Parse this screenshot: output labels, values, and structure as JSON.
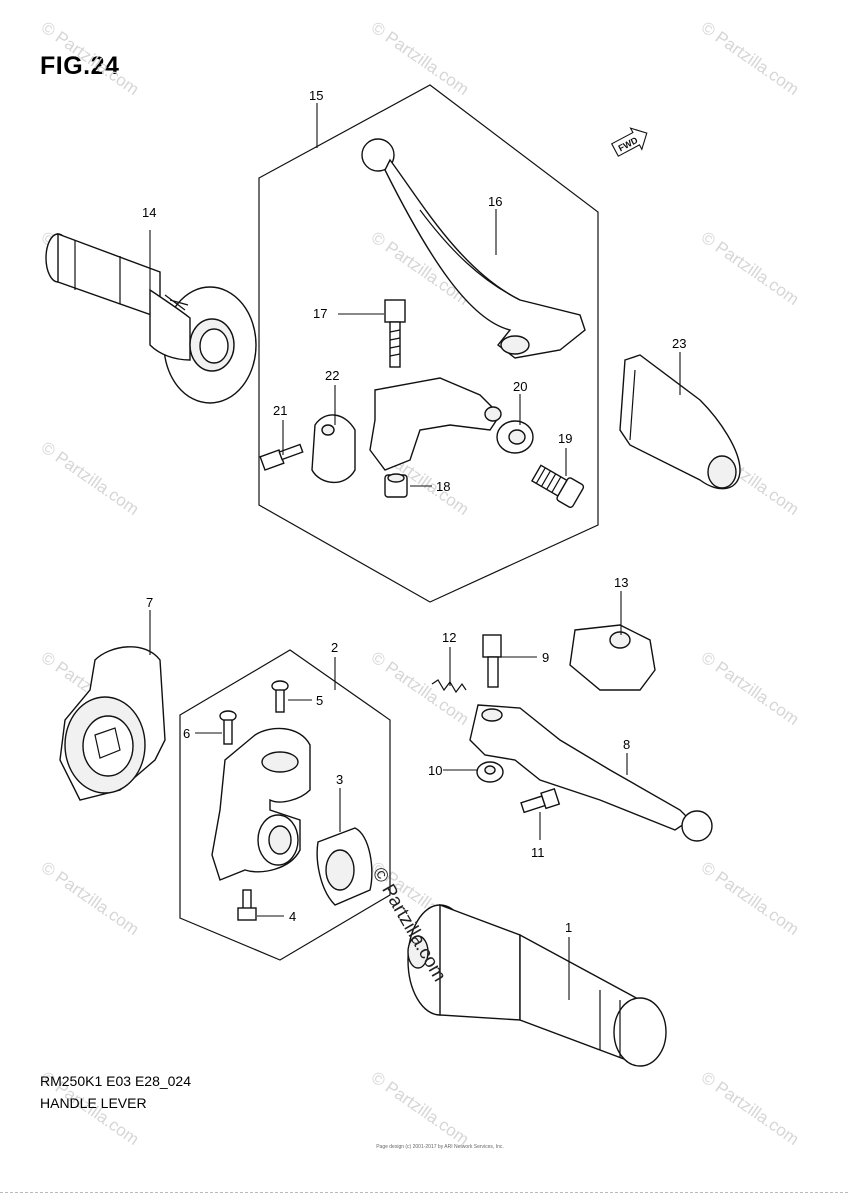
{
  "figure": {
    "title": "FIG.24",
    "model_code": "RM250K1 E03 E28_024",
    "name": "HANDLE LEVER",
    "fwd_label": "FWD",
    "copyright_tiny": "Page design (c) 2001-2017 by ARI Network Services, Inc."
  },
  "watermark": {
    "text": "© Partzilla.com",
    "center_text": "© Partzilla.com"
  },
  "callouts": [
    {
      "id": "1",
      "label": "1"
    },
    {
      "id": "2",
      "label": "2"
    },
    {
      "id": "3",
      "label": "3"
    },
    {
      "id": "4",
      "label": "4"
    },
    {
      "id": "5",
      "label": "5"
    },
    {
      "id": "6",
      "label": "6"
    },
    {
      "id": "7",
      "label": "7"
    },
    {
      "id": "8",
      "label": "8"
    },
    {
      "id": "9",
      "label": "9"
    },
    {
      "id": "10",
      "label": "10"
    },
    {
      "id": "11",
      "label": "11"
    },
    {
      "id": "12",
      "label": "12"
    },
    {
      "id": "13",
      "label": "13"
    },
    {
      "id": "14",
      "label": "14"
    },
    {
      "id": "15",
      "label": "15"
    },
    {
      "id": "16",
      "label": "16"
    },
    {
      "id": "17",
      "label": "17"
    },
    {
      "id": "18",
      "label": "18"
    },
    {
      "id": "19",
      "label": "19"
    },
    {
      "id": "20",
      "label": "20"
    },
    {
      "id": "21",
      "label": "21"
    },
    {
      "id": "22",
      "label": "22"
    },
    {
      "id": "23",
      "label": "23"
    }
  ]
}
